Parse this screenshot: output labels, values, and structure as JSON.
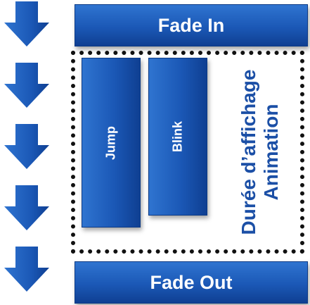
{
  "top_bar": {
    "label": "Fade In"
  },
  "bottom_bar": {
    "label": "Fade Out"
  },
  "columns": [
    {
      "label": "Jump"
    },
    {
      "label": "Blink"
    }
  ],
  "side_label": {
    "line1": "Durée d’affichage",
    "line2": "Animation"
  },
  "arrow_count": 5,
  "colors": {
    "primary": "#1b58b6",
    "primary_dark": "#0f3f92",
    "accent_text": "#1b4fa6",
    "border": "#111111"
  }
}
